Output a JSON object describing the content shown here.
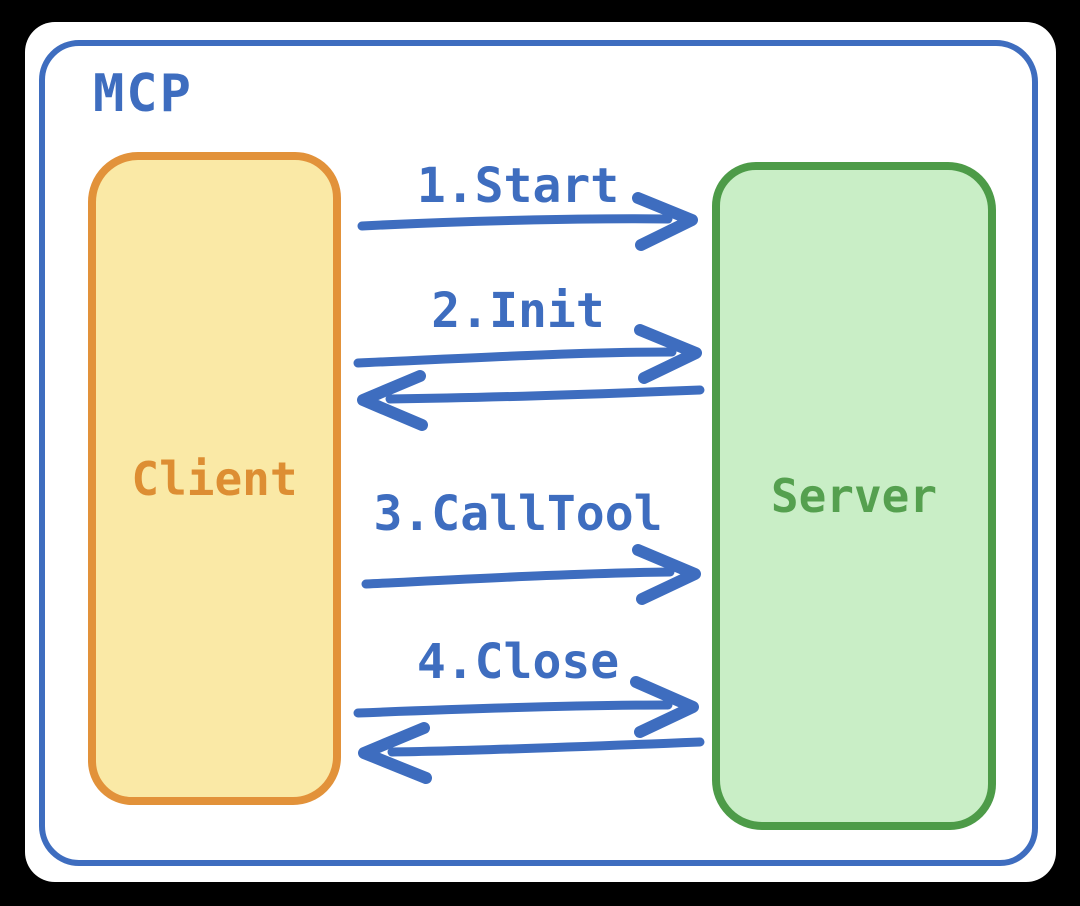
{
  "diagram": {
    "type": "sequence-diagram",
    "title": "MCP",
    "style": "hand-drawn",
    "colors": {
      "line_blue": "#3e6dbf",
      "client_border": "#e2923a",
      "client_fill": "#fae9a6",
      "client_text": "#dd8e33",
      "server_border": "#4d9b48",
      "server_fill": "#c9eec6",
      "server_text": "#55a04f",
      "canvas_bg": "#000000",
      "card_bg": "#ffffff"
    },
    "nodes": [
      {
        "id": "client",
        "label": "Client"
      },
      {
        "id": "server",
        "label": "Server"
      }
    ],
    "messages": [
      {
        "order": 1,
        "label": "1.Start",
        "from": "Client",
        "to": "Server",
        "has_return": false
      },
      {
        "order": 2,
        "label": "2.Init",
        "from": "Client",
        "to": "Server",
        "has_return": true
      },
      {
        "order": 3,
        "label": "3.CallTool",
        "from": "Client",
        "to": "Server",
        "has_return": false
      },
      {
        "order": 4,
        "label": "4.Close",
        "from": "Client",
        "to": "Server",
        "has_return": true
      }
    ]
  }
}
